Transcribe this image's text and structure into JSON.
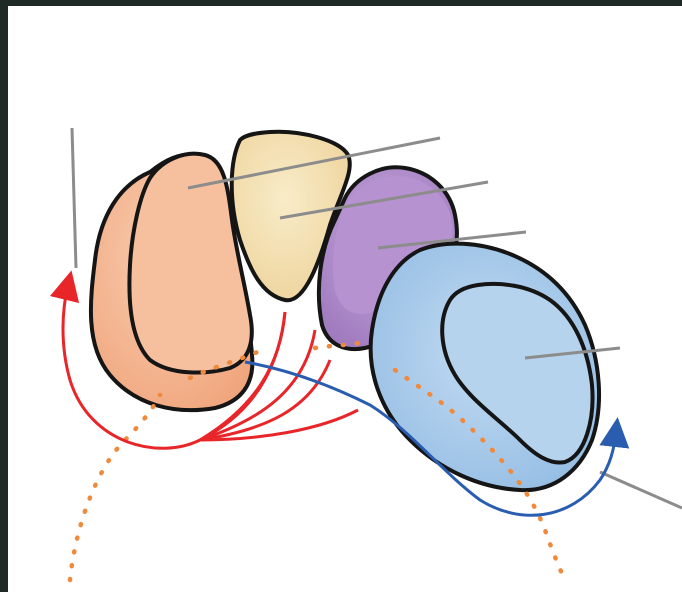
{
  "diagram": {
    "labels": [],
    "regions": [
      {
        "name": "orange-lobe",
        "fill": "#f4b48e"
      },
      {
        "name": "yellow-lobe",
        "fill": "#f3dfad"
      },
      {
        "name": "purple-lobe",
        "fill": "#b08fcb"
      },
      {
        "name": "blue-lobe",
        "fill": "#a9cbe9"
      }
    ],
    "colors": {
      "outline": "#151515",
      "leader_line": "#8c8c8c",
      "red_arrow": "#e8262a",
      "blue_arrow": "#2a5db0",
      "dotted_path": "#ef8a3c",
      "background": "#ffffff",
      "frame": "#1f2a27"
    }
  }
}
